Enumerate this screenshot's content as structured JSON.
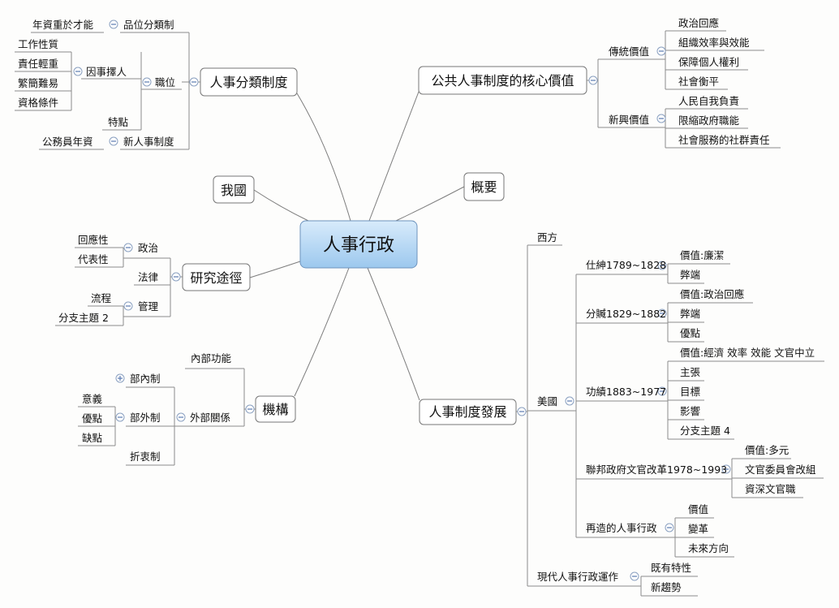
{
  "root": "人事行政",
  "main_topics": [
    {
      "id": "classification",
      "label": "人事分類制度"
    },
    {
      "id": "core_values",
      "label": "公共人事制度的核心價值"
    },
    {
      "id": "our_country",
      "label": "我國"
    },
    {
      "id": "overview",
      "label": "概要"
    },
    {
      "id": "approaches",
      "label": "研究途徑"
    },
    {
      "id": "institutions",
      "label": "機構"
    },
    {
      "id": "development",
      "label": "人事制度發展"
    }
  ],
  "sub": {
    "classification": {
      "pinwei": "品位分類制",
      "nianzi": "年資重於才能",
      "zhiwei": "職位",
      "yinshi": "因事擇人",
      "gongzuo": "工作性質",
      "zeren": "責任輕重",
      "fanjian": "繁簡難易",
      "zige": "資格條件",
      "tedian": "特點",
      "xinrenshi": "新人事制度",
      "gongwuyuan": "公務員年資"
    },
    "core_values": {
      "traditional": "傳統價值",
      "t1": "政治回應",
      "t2": "組織效率與效能",
      "t3": "保障個人權利",
      "t4": "社會衡平",
      "emerging": "新興價值",
      "e1": "人民自我負責",
      "e2": "限縮政府職能",
      "e3": "社會服務的社群責任"
    },
    "approaches": {
      "politics": "政治",
      "p1": "回應性",
      "p2": "代表性",
      "law": "法律",
      "management": "管理",
      "m1": "流程",
      "m2": "分支主題 2"
    },
    "institutions": {
      "internal": "內部功能",
      "external": "外部關係",
      "buneizhi": "部內制",
      "buwaizhi": "部外制",
      "w1": "意義",
      "w2": "優點",
      "w3": "缺點",
      "zhezhong": "折衷制"
    },
    "development": {
      "west": "西方",
      "usa": "美國",
      "s1": "仕紳1789~1828",
      "s1a": "價值:廉潔",
      "s1b": "弊端",
      "s2": "分贓1829~1882",
      "s2a": "價值:政治回應",
      "s2b": "弊端",
      "s2c": "優點",
      "s3": "功績1883~1977",
      "s3a": "價值:經濟 效率 效能 文官中立",
      "s3b": "主張",
      "s3c": "目標",
      "s3d": "影響",
      "s3e": "分支主題 4",
      "s4": "聯邦政府文官改革1978~1993",
      "s4a": "價值:多元",
      "s4b": "文官委員會改組",
      "s4c": "資深文官職",
      "s5": "再造的人事行政",
      "s5a": "價值",
      "s5b": "變革",
      "s5c": "未來方向",
      "modern": "現代人事行政運作",
      "m1": "既有特性",
      "m2": "新趨勢"
    }
  }
}
